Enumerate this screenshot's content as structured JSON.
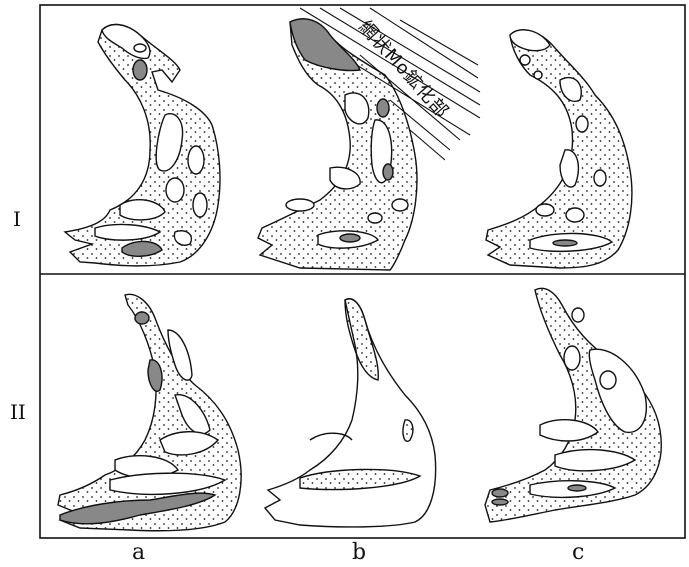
{
  "row_labels": [
    "I",
    "II"
  ],
  "column_labels": [
    "a",
    "b",
    "c"
  ],
  "annotation": "網状Mo鉱化部"
}
